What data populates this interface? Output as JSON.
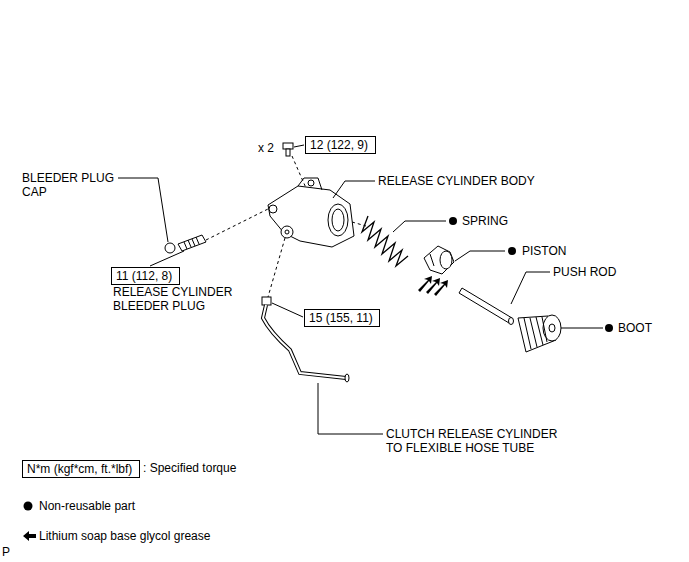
{
  "diagram": {
    "nodes": [
      {
        "text": [
          "12 (122, 9)"
        ]
      },
      {
        "text": [
          "11 (112, 8)"
        ]
      },
      {
        "text": [
          "15 (155, 11)"
        ]
      },
      {
        "text": [
          "N*m (kgf*cm, ft.*lbf)"
        ]
      }
    ],
    "labels": [
      "x 2",
      "BLEEDER PLUG CAP",
      "RELEASE CYLINDER BODY",
      "SPRING",
      "PISTON",
      "PUSH ROD",
      "BOOT",
      "RELEASE CYLINDER BLEEDER PLUG",
      "CLUTCH RELEASE CYLINDER TO FLEXIBLE HOSE TUBE",
      "P"
    ],
    "legend": [
      {
        "text": ": Specified torque"
      },
      {
        "text": "Non-reusable part"
      },
      {
        "text": "Lithium soap base glycol grease"
      }
    ]
  }
}
